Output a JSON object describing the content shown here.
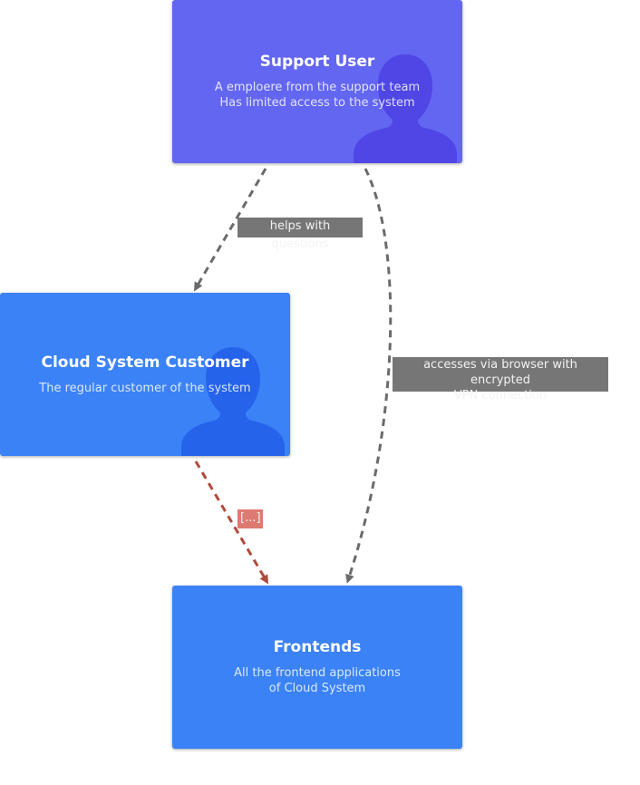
{
  "colors": {
    "person_support": "#6366f1",
    "person_customer": "#3b82f6",
    "system": "#3b82f6",
    "silhouette_support": "#4f46e5",
    "silhouette_customer": "#2563eb",
    "edge_default": "#6b6b6b",
    "edge_highlight": "#b04a3c",
    "label_default_bg": "#767676",
    "label_highlight_bg": "#de7a72"
  },
  "nodes": {
    "support_user": {
      "title": "Support User",
      "description": "A emploere from the support team\nHas limited access to the system",
      "icon": "person-icon"
    },
    "customer": {
      "title": "Cloud System Customer",
      "description": "The regular customer of the system",
      "icon": "person-icon"
    },
    "frontends": {
      "title": "Frontends",
      "description": "All the frontend applications\nof Cloud System"
    }
  },
  "edges": {
    "support_to_customer": {
      "label": "helps with questions"
    },
    "support_to_frontends": {
      "label": "accesses via browser with encrypted\nVPN connection"
    },
    "customer_to_frontends": {
      "label": "[...]"
    }
  }
}
